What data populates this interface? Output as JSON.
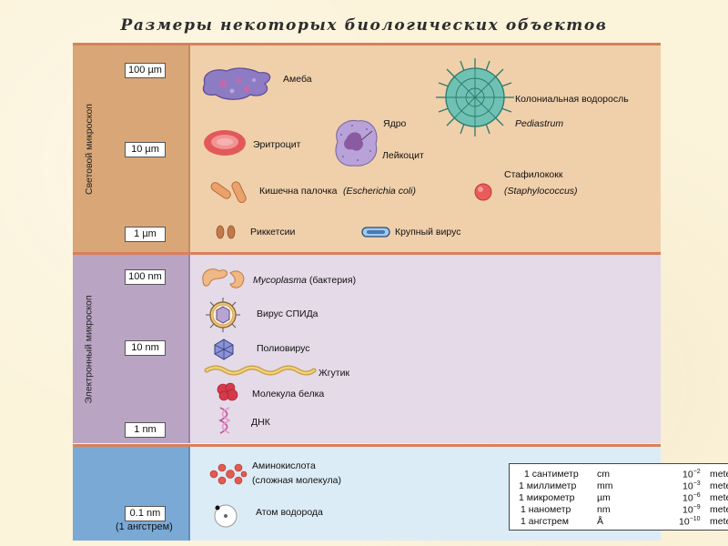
{
  "title": "Размеры некоторых биологических объектов",
  "sections": {
    "light": {
      "label": "Световой микроскоп",
      "scales": [
        "100 µm",
        "10 µm",
        "1 µm"
      ],
      "color": "#f0d0ab",
      "side_color": "#d9a777"
    },
    "electron": {
      "label": "Электронный микроскоп",
      "scales": [
        "100 nm",
        "10 nm",
        "1 nm"
      ],
      "color": "#e4dae8",
      "side_color": "#b9a4c4"
    },
    "molecular": {
      "scales": [
        "0.1 nm"
      ],
      "scale_note": "(1 ангстрем)",
      "color": "#dcecf6",
      "side_color": "#7ba9d6"
    }
  },
  "objects": {
    "ameba": "Амеба",
    "alga": "Колониальная водоросль",
    "alga_line2": "водоросль",
    "alga_latin": "Pediastrum",
    "nucleus": "Ядро",
    "erythrocyte": "Эритроцит",
    "leukocyte": "Лейкоцит",
    "staph": "Стафилококк",
    "staph_latin": "(Staphylococcus)",
    "ecoli": "Кишечна палочка",
    "ecoli_latin": "(Escherichia coli)",
    "rickettsia": "Риккетсии",
    "large_virus": "Крупный вирус",
    "mycoplasma_latin": "Mycoplasma",
    "mycoplasma_ru": "(бактерия)",
    "hiv": "Вирус СПИДа",
    "poliovirus": "Полиовирус",
    "flagellum": "Жгутик",
    "protein": "Молекула белка",
    "dna": "ДНК",
    "amino_acid": "Аминокислота",
    "amino_acid_note": "(сложная молекула)",
    "hydrogen": "Атом водорода"
  },
  "units_table": [
    {
      "name": "1 сантиметр",
      "abbr": "cm",
      "base": "10",
      "exp": "−2",
      "unit": "meter"
    },
    {
      "name": "1 миллиметр",
      "abbr": "mm",
      "base": "10",
      "exp": "−3",
      "unit": "meter"
    },
    {
      "name": "1 микрометр",
      "abbr": "µm",
      "base": "10",
      "exp": "−6",
      "unit": "meter"
    },
    {
      "name": "1 нанометр",
      "abbr": "nm",
      "base": "10",
      "exp": "−9",
      "unit": "meter"
    },
    {
      "name": "1 ангстрем",
      "abbr": "Å",
      "base": "10",
      "exp": "−10",
      "unit": "meter"
    }
  ]
}
